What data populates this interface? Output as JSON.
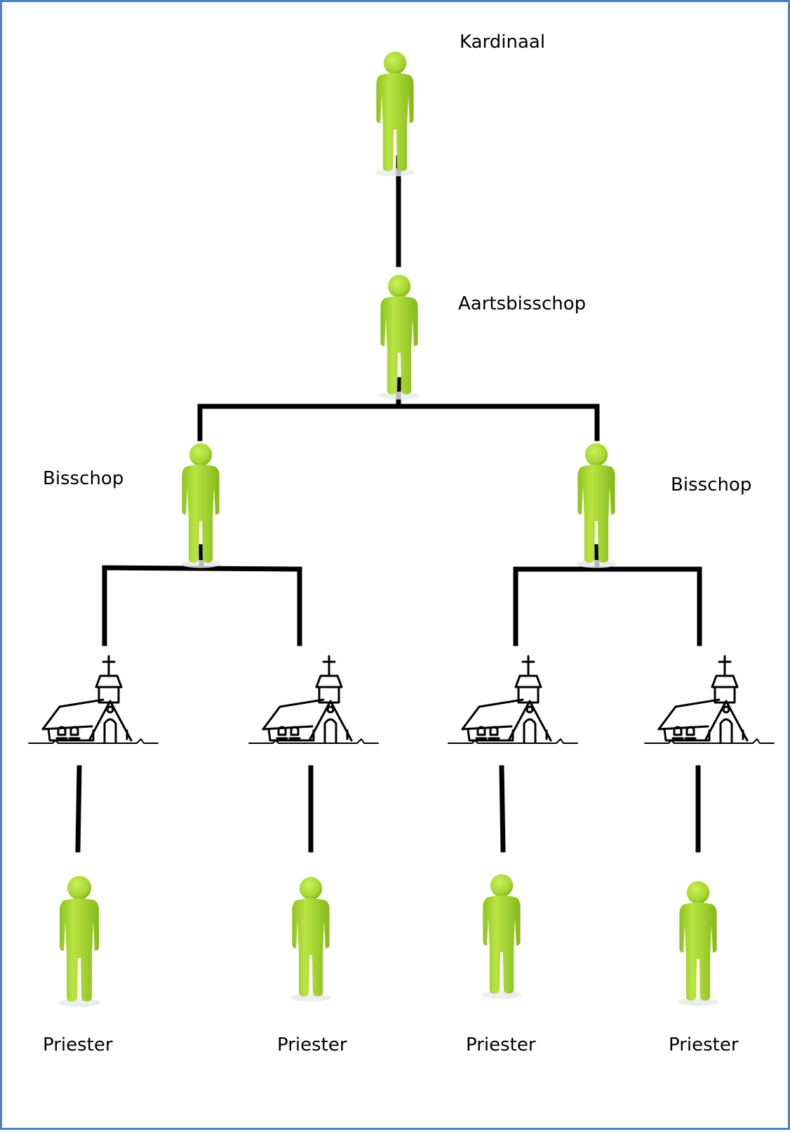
{
  "labels": {
    "cardinal": "Kardinaal",
    "archbishop": "Aartsbisschop",
    "bishop_left": "Bisschop",
    "bishop_right": "Bisschop",
    "priest_1": "Priester",
    "priest_2": "Priester",
    "priest_3": "Priester",
    "priest_4": "Priester"
  },
  "colors": {
    "border": "#4f81bd",
    "figure": "#a6d630",
    "figure_shade": "#7fae1c",
    "line": "#000000"
  },
  "icons": {
    "person": "green-person-icon",
    "church": "church-icon"
  }
}
